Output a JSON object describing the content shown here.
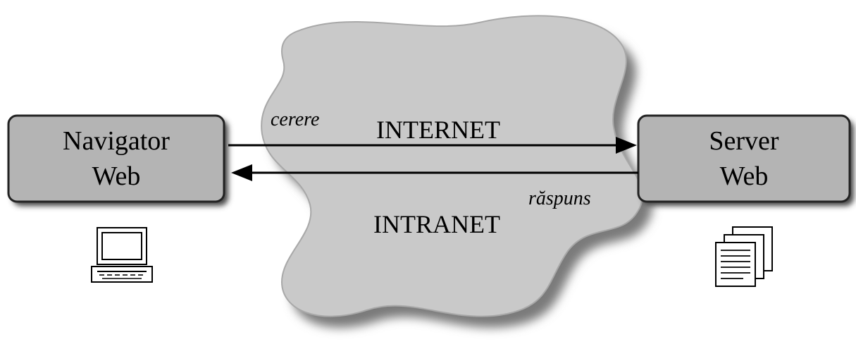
{
  "nodes": {
    "client": {
      "line1": "Navigator",
      "line2": "Web",
      "icon": "laptop-icon"
    },
    "server": {
      "line1": "Server",
      "line2": "Web",
      "icon": "documents-icon"
    }
  },
  "network": {
    "top_label": "INTERNET",
    "bottom_label": "INTRANET"
  },
  "arrows": {
    "request_label": "cerere",
    "response_label": "răspuns"
  },
  "colors": {
    "box_fill": "#b4b4b4",
    "cloud_fill": "#c9c9c9",
    "ink": "#000000"
  }
}
